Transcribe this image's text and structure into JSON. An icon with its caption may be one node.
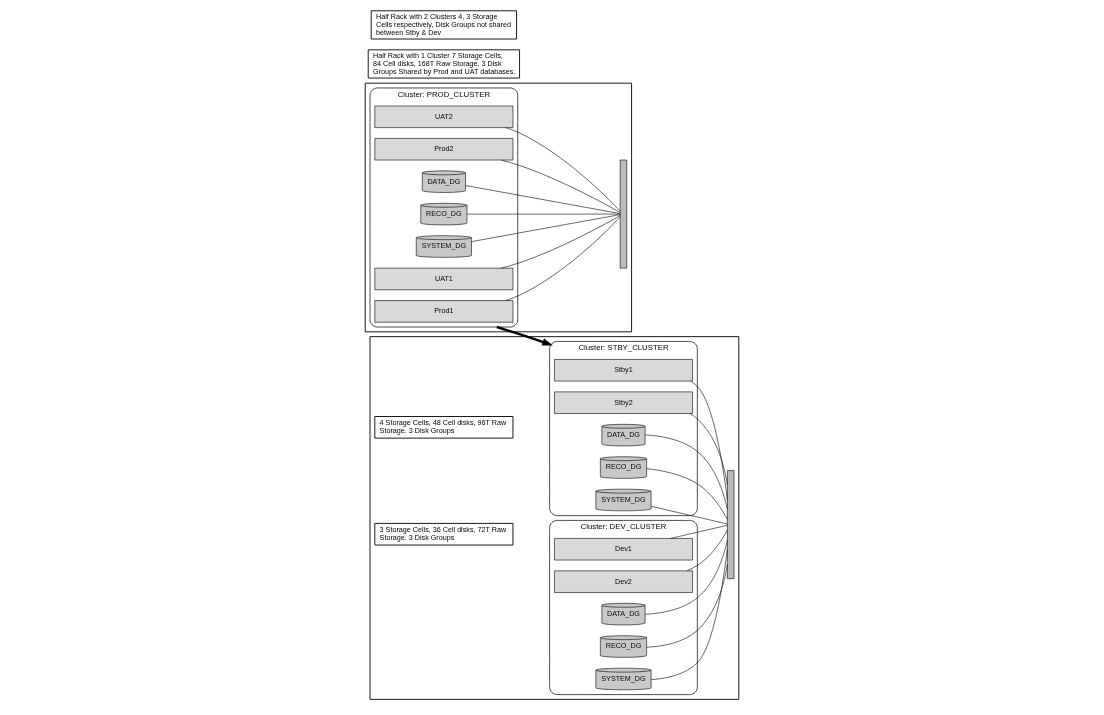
{
  "diagram": {
    "nodes": [
      {
        "text": [],
        "shape": "box"
      },
      {
        "text": [
          "Cluster: PROD_CLUSTER"
        ],
        "in": 0
      },
      {
        "text": [
          "Prod1"
        ],
        "in": 1
      },
      {
        "text": [
          "Prod2"
        ],
        "in": 1
      },
      {
        "text": [
          "DATA_DG"
        ],
        "in": 1
      },
      {
        "text": [
          "RECO_DG"
        ],
        "in": 1
      },
      {
        "text": [
          "SYSTEM_DG"
        ],
        "in": 1
      },
      {
        "text": [
          "UAT1"
        ],
        "in": 1
      },
      {
        "text": [
          "UAT2"
        ],
        "in": 1
      },
      {
        "text": [],
        "shape": "bar",
        "in": 0
      },
      {
        "text": [
          "Half Rack with 1 Cluster 7 Storage Cells, 84 Cell disks, 168T Raw Storage. 3 Disk Groups Shared by Prod and UAT databases."
        ]
      },
      {
        "text": [],
        "shape": "box"
      },
      {
        "text": [
          "Cluster: STBY_CLUSTER"
        ],
        "in": 11
      },
      {
        "text": [
          "Stby1"
        ],
        "in": 12
      },
      {
        "text": [
          "Stby2"
        ],
        "in": 12
      },
      {
        "text": [
          "DATA_DG"
        ],
        "in": 12
      },
      {
        "text": [
          "RECO_DG"
        ],
        "in": 12
      },
      {
        "text": [
          "SYSTEM_DG"
        ],
        "in": 12
      },
      {
        "text": [
          "4 Storage Cells, 48 Cell disks, 96T Raw Storage. 3 Disk Groups"
        ],
        "in": 11
      },
      {
        "text": [
          "Cluster: DEV_CLUSTER"
        ],
        "in": 11
      },
      {
        "text": [
          "Dev1"
        ],
        "in": 19
      },
      {
        "text": [
          "Dev2"
        ],
        "in": 19
      },
      {
        "text": [
          "DATA_DG"
        ],
        "in": 19
      },
      {
        "text": [
          "RECO_DG"
        ],
        "in": 19
      },
      {
        "text": [
          "SYSTEM_DG"
        ],
        "in": 19
      },
      {
        "text": [
          "3 Storage Cells, 36 Cell disks, 72T Raw Storage. 3 Disk Groups"
        ],
        "in": 11
      },
      {
        "text": [],
        "shape": "bar",
        "in": 11
      },
      {
        "text": [
          "Half Rack with 2 Clusters 4, 3 Storage Cells respectively, Disk Groups not shared between Stby & Dev"
        ]
      }
    ],
    "edges": [
      {
        "from": 2,
        "to": 9,
        "arrow": "none"
      },
      {
        "from": 3,
        "to": 9,
        "arrow": "none"
      },
      {
        "from": 4,
        "to": 9,
        "arrow": "none"
      },
      {
        "from": 5,
        "to": 9,
        "arrow": "none"
      },
      {
        "from": 6,
        "to": 9,
        "arrow": "none"
      },
      {
        "from": 7,
        "to": 9,
        "arrow": "none"
      },
      {
        "from": 8,
        "to": 9,
        "arrow": "none"
      },
      {
        "from": 1,
        "to": 12,
        "arrow": "to",
        "style": "thick"
      },
      {
        "from": 13,
        "to": 26,
        "arrow": "none"
      },
      {
        "from": 14,
        "to": 26,
        "arrow": "none"
      },
      {
        "from": 15,
        "to": 26,
        "arrow": "none"
      },
      {
        "from": 16,
        "to": 26,
        "arrow": "none"
      },
      {
        "from": 17,
        "to": 26,
        "arrow": "none"
      },
      {
        "from": 20,
        "to": 26,
        "arrow": "none"
      },
      {
        "from": 21,
        "to": 26,
        "arrow": "none"
      },
      {
        "from": 22,
        "to": 26,
        "arrow": "none"
      },
      {
        "from": 23,
        "to": 26,
        "arrow": "none"
      },
      {
        "from": 24,
        "to": 26,
        "arrow": "none"
      }
    ]
  }
}
